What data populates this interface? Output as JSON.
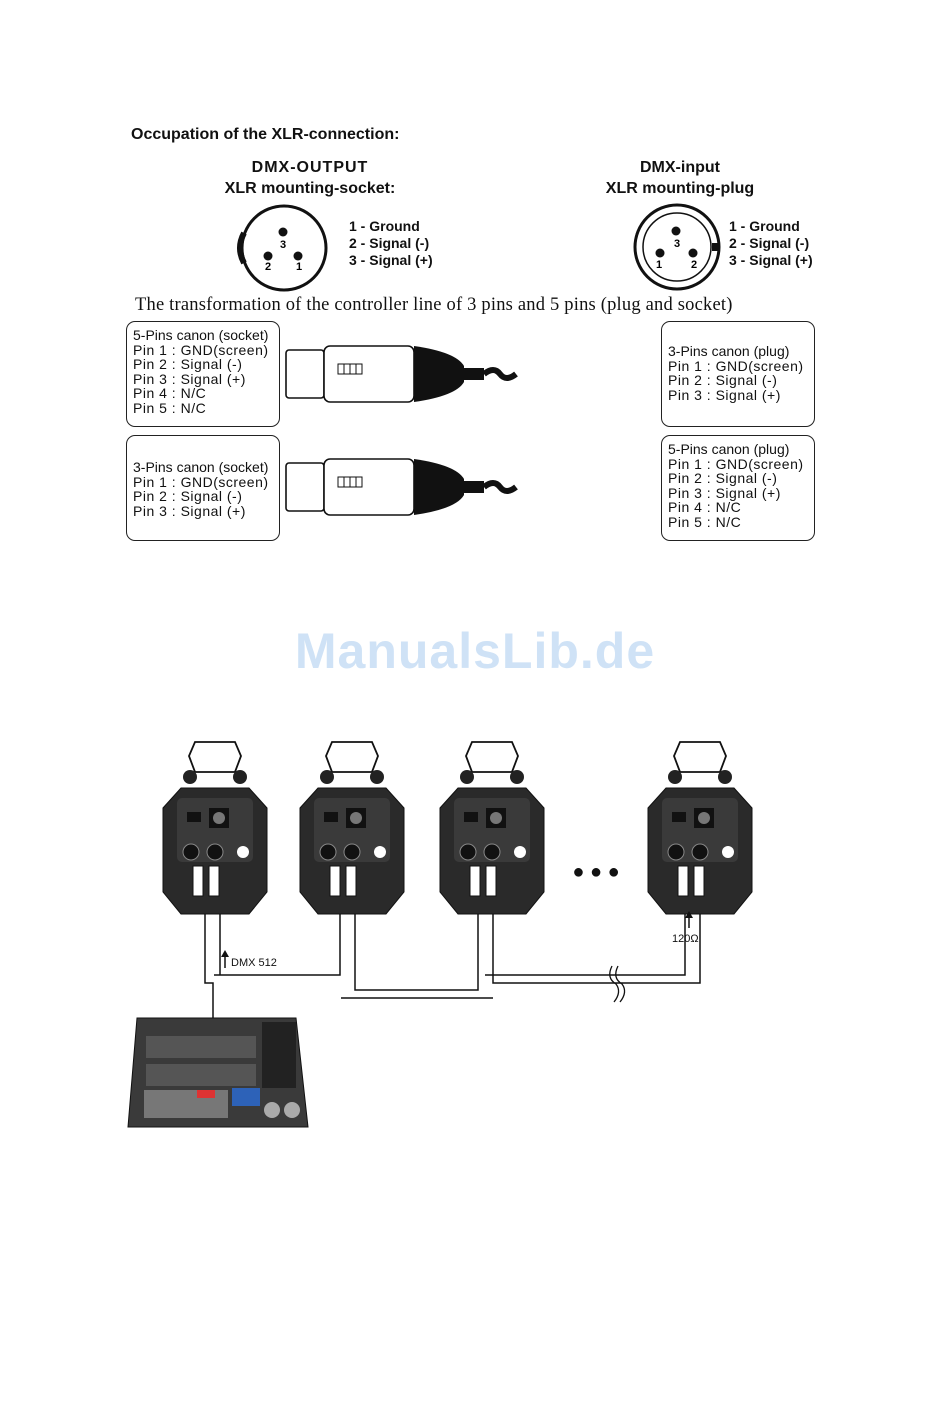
{
  "section_title": "Occupation of the XLR-connection:",
  "output_connector": {
    "heading_1": "DMX-OUTPUT",
    "heading_2": "XLR mounting-socket:",
    "pins": [
      "1 - Ground",
      "2 - Signal (-)",
      "3 - Signal (+)"
    ],
    "pin_numbers": {
      "top": "3",
      "left": "2",
      "right": "1"
    }
  },
  "input_connector": {
    "heading_1": "DMX-input",
    "heading_2": "XLR mounting-plug",
    "pins": [
      "1 - Ground",
      "2 - Signal (-)",
      "3 - Signal (+)"
    ],
    "pin_numbers": {
      "top": "3",
      "left": "1",
      "right": "2"
    }
  },
  "transformation_title": "The transformation of the controller line of 3 pins and 5 pins (plug and socket)",
  "adapter_1": {
    "left_box": {
      "title": "5-Pins canon (socket)",
      "lines": [
        "Pin 1 : GND(screen)",
        "Pin 2 : Signal (-)",
        "Pin 3 : Signal (+)",
        "Pin 4 : N/C",
        "Pin 5 : N/C"
      ]
    },
    "right_box": {
      "title": "3-Pins canon (plug)",
      "lines": [
        "Pin 1 : GND(screen)",
        "Pin 2 : Signal (-)",
        "Pin 3 : Signal (+)"
      ]
    }
  },
  "adapter_2": {
    "left_box": {
      "title": "3-Pins canon (socket)",
      "lines": [
        "Pin 1 : GND(screen)",
        "Pin 2 : Signal (-)",
        "Pin 3 : Signal (+)"
      ]
    },
    "right_box": {
      "title": "5-Pins canon (plug)",
      "lines": [
        "Pin 1 : GND(screen)",
        "Pin 2 : Signal (-)",
        "Pin 3 : Signal (+)",
        "Pin 4 : N/C",
        "Pin 5 : N/C"
      ]
    }
  },
  "watermark": "ManualsLib.de",
  "wiring": {
    "dmx_label": "DMX 512",
    "terminator_label": "120Ω",
    "continuation_dots": "● ● ●"
  },
  "colors": {
    "watermark": "#cfe2f6",
    "cable": "#9a9a9a",
    "fixture": "#2a2a2a"
  }
}
